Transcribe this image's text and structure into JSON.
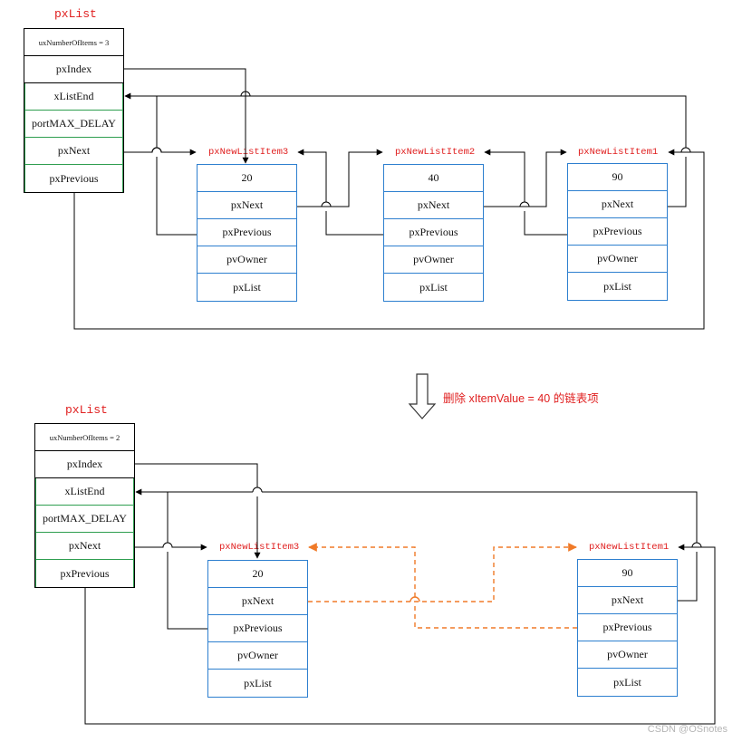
{
  "top": {
    "list_title": "pxList",
    "list_cells": [
      "uxNumberOfItems = 3",
      "pxIndex",
      "xListEnd",
      "portMAX_DELAY",
      "pxNext",
      "pxPrevious"
    ],
    "items": [
      {
        "title": "pxNewListItem3",
        "cells": [
          "20",
          "pxNext",
          "pxPrevious",
          "pvOwner",
          "pxList"
        ]
      },
      {
        "title": "pxNewListItem2",
        "cells": [
          "40",
          "pxNext",
          "pxPrevious",
          "pvOwner",
          "pxList"
        ]
      },
      {
        "title": "pxNewListItem1",
        "cells": [
          "90",
          "pxNext",
          "pxPrevious",
          "pvOwner",
          "pxList"
        ]
      }
    ]
  },
  "caption": "删除 xItemValue = 40 的链表项",
  "bottom": {
    "list_title": "pxList",
    "list_cells": [
      "uxNumberOfItems = 2",
      "pxIndex",
      "xListEnd",
      "portMAX_DELAY",
      "pxNext",
      "pxPrevious"
    ],
    "items": [
      {
        "title": "pxNewListItem3",
        "cells": [
          "20",
          "pxNext",
          "pxPrevious",
          "pvOwner",
          "pxList"
        ]
      },
      {
        "title": "pxNewListItem1",
        "cells": [
          "90",
          "pxNext",
          "pxPrevious",
          "pvOwner",
          "pxList"
        ]
      }
    ]
  },
  "watermark": "CSDN @OSnotes",
  "colors": {
    "red_text": "#e02020",
    "node_border": "#2d7fcf",
    "list_green": "#2e9e4f",
    "removed_link": "#f07a28"
  }
}
